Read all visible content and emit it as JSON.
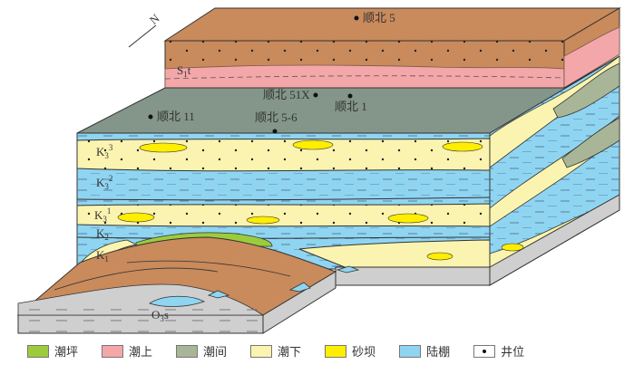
{
  "north_label": "N",
  "wells": [
    {
      "name": "顺北 5"
    },
    {
      "name": "顺北 51X"
    },
    {
      "name": "顺北 1"
    },
    {
      "name": "顺北 11"
    },
    {
      "name": "顺北 5-6"
    }
  ],
  "strata": {
    "s1t": {
      "base": "S",
      "sub": "1",
      "suffix": "t"
    },
    "k33": {
      "base": "K",
      "sub": "3",
      "sup": "3"
    },
    "k32": {
      "base": "K",
      "sub": "3",
      "sup": "2"
    },
    "k31": {
      "base": "K",
      "sub": "3",
      "sup": "1"
    },
    "k2": {
      "base": "K",
      "sub": "2"
    },
    "k1": {
      "base": "K",
      "sub": "1"
    },
    "o3s": {
      "base": "O",
      "sub": "3",
      "suffix": "s"
    }
  },
  "legend": [
    {
      "label": "潮坪",
      "color": "#9ccc3c",
      "pattern": "dash-dot"
    },
    {
      "label": "潮上",
      "color": "#f4a7a9",
      "pattern": "dash"
    },
    {
      "label": "潮间",
      "color": "#a9b597",
      "pattern": "dot"
    },
    {
      "label": "潮下",
      "color": "#fbf4b0",
      "pattern": "dot"
    },
    {
      "label": "砂坝",
      "color": "#ffee00",
      "pattern": "dot"
    },
    {
      "label": "陆棚",
      "color": "#8fd5f2",
      "pattern": "dash"
    },
    {
      "label": "井位",
      "color": "#ffffff",
      "pattern": "well-dot"
    }
  ],
  "colors": {
    "brown": "#c98a5c",
    "green_top": "#84968a",
    "gray": "#cfcfcf"
  }
}
